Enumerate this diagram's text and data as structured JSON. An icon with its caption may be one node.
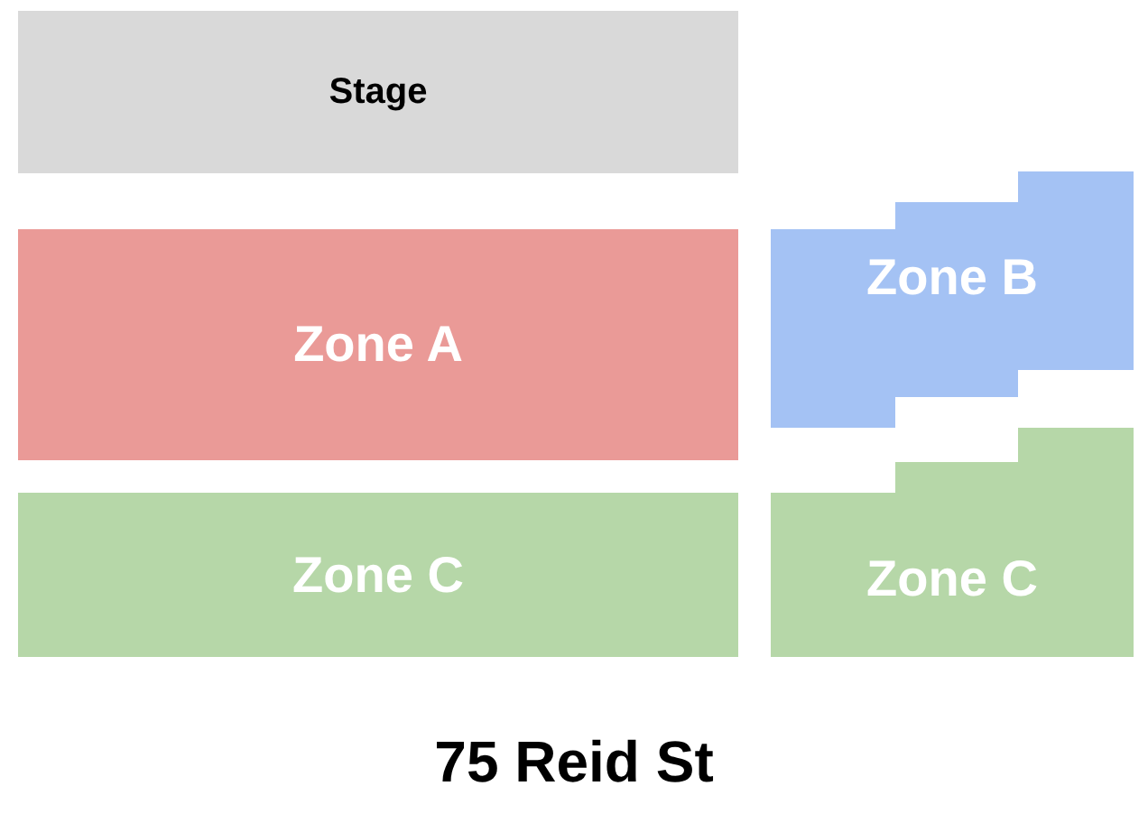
{
  "diagram": {
    "caption": "75 Reid St",
    "nodes": [
      {
        "text": [
          "Stage"
        ]
      },
      {
        "text": [
          "Zone A"
        ]
      },
      {
        "text": [
          "Zone B"
        ]
      },
      {
        "text": [
          "Zone C"
        ]
      },
      {
        "text": [
          "Zone C"
        ]
      }
    ]
  }
}
